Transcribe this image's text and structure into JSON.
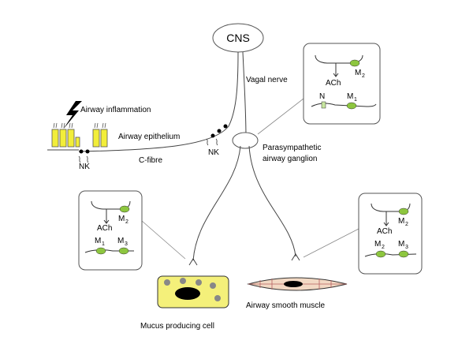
{
  "labels": {
    "cns": "CNS",
    "vagal_nerve": "Vagal nerve",
    "airway_inflammation": "Airway inflammation",
    "airway_epithelium": "Airway epithelium",
    "c_fibre": "C-fibre",
    "nk_left": "NK",
    "nk_right": "NK",
    "ganglion_line1": "Parasympathetic",
    "ganglion_line2": "airway ganglion",
    "mucus_cell": "Mucus producing cell",
    "smooth_muscle": "Airway smooth muscle"
  },
  "synapse_ganglion": {
    "ach": "ACh",
    "presynaptic_m": "M",
    "presynaptic_m_sub": "2",
    "n": "N",
    "post_m": "M",
    "post_m_sub": "1"
  },
  "synapse_mucus": {
    "ach": "ACh",
    "presynaptic_m": "M",
    "presynaptic_m_sub": "2",
    "post_a": "M",
    "post_a_sub": "1",
    "post_b": "M",
    "post_b_sub": "3"
  },
  "synapse_muscle": {
    "ach": "ACh",
    "presynaptic_m": "M",
    "presynaptic_m_sub": "2",
    "post_a": "M",
    "post_a_sub": "2",
    "post_b": "M",
    "post_b_sub": "3"
  },
  "colors": {
    "receptor_green": "#8dc63f",
    "epithelium_yellow": "#f2ee3a",
    "mucus_cell_fill": "#f4f07a",
    "smooth_muscle_fill": "#f2d9c4"
  }
}
